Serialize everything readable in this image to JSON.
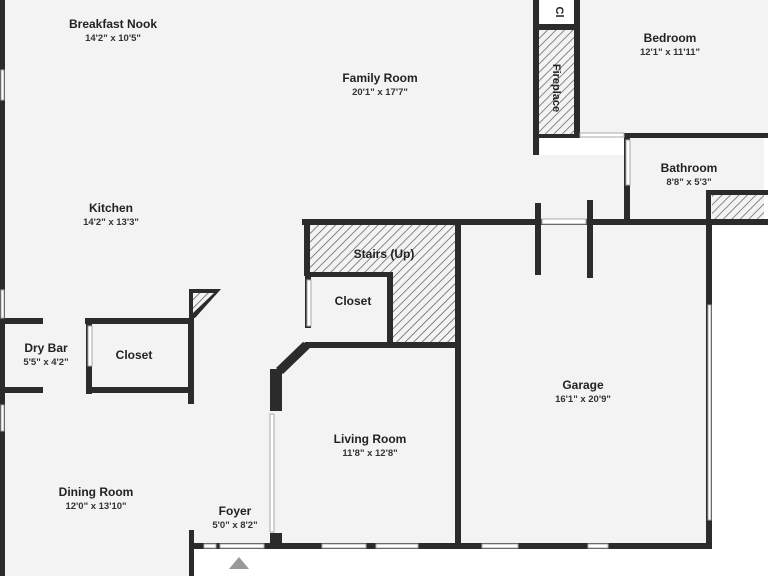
{
  "rooms": {
    "breakfast_nook": {
      "name": "Breakfast Nook",
      "dims": "14'2\" x 10'5\""
    },
    "family_room": {
      "name": "Family Room",
      "dims": "20'1\" x 17'7\""
    },
    "bedroom": {
      "name": "Bedroom",
      "dims": "12'1\" x 11'11\""
    },
    "bathroom": {
      "name": "Bathroom",
      "dims": "8'8\" x 5'3\""
    },
    "kitchen": {
      "name": "Kitchen",
      "dims": "14'2\" x 13'3\""
    },
    "stairs": {
      "name": "Stairs (Up)"
    },
    "closet_stairs": {
      "name": "Closet"
    },
    "dry_bar": {
      "name": "Dry Bar",
      "dims": "5'5\" x 4'2\""
    },
    "closet_left": {
      "name": "Closet"
    },
    "garage": {
      "name": "Garage",
      "dims": "16'1\" x 20'9\""
    },
    "living_room": {
      "name": "Living Room",
      "dims": "11'8\" x 12'8\""
    },
    "dining_room": {
      "name": "Dining Room",
      "dims": "12'0\" x 13'10\""
    },
    "foyer": {
      "name": "Foyer",
      "dims": "5'0\" x 8'2\""
    },
    "fireplace": {
      "name": "Fireplace"
    },
    "closet_top": {
      "name": "Cl"
    }
  },
  "colors": {
    "wall": "#2b2b2b",
    "floor": "#f3f3f3",
    "hatch": "#555555"
  }
}
